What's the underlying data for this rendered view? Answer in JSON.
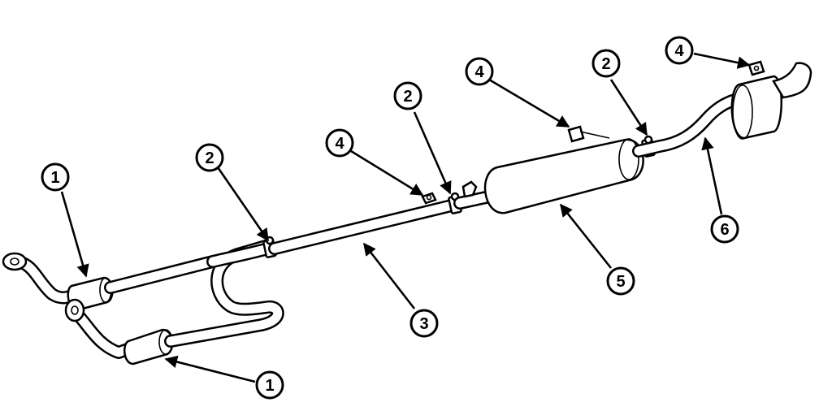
{
  "diagram": {
    "callouts": [
      {
        "id": "c1a",
        "label": "1"
      },
      {
        "id": "c1b",
        "label": "1"
      },
      {
        "id": "c2a",
        "label": "2"
      },
      {
        "id": "c2b",
        "label": "2"
      },
      {
        "id": "c2c",
        "label": "2"
      },
      {
        "id": "c3",
        "label": "3"
      },
      {
        "id": "c4a",
        "label": "4"
      },
      {
        "id": "c4b",
        "label": "4"
      },
      {
        "id": "c4c",
        "label": "4"
      },
      {
        "id": "c5",
        "label": "5"
      },
      {
        "id": "c6",
        "label": "6"
      }
    ],
    "colors": {
      "line": "#000000",
      "fill": "#ffffff"
    }
  }
}
